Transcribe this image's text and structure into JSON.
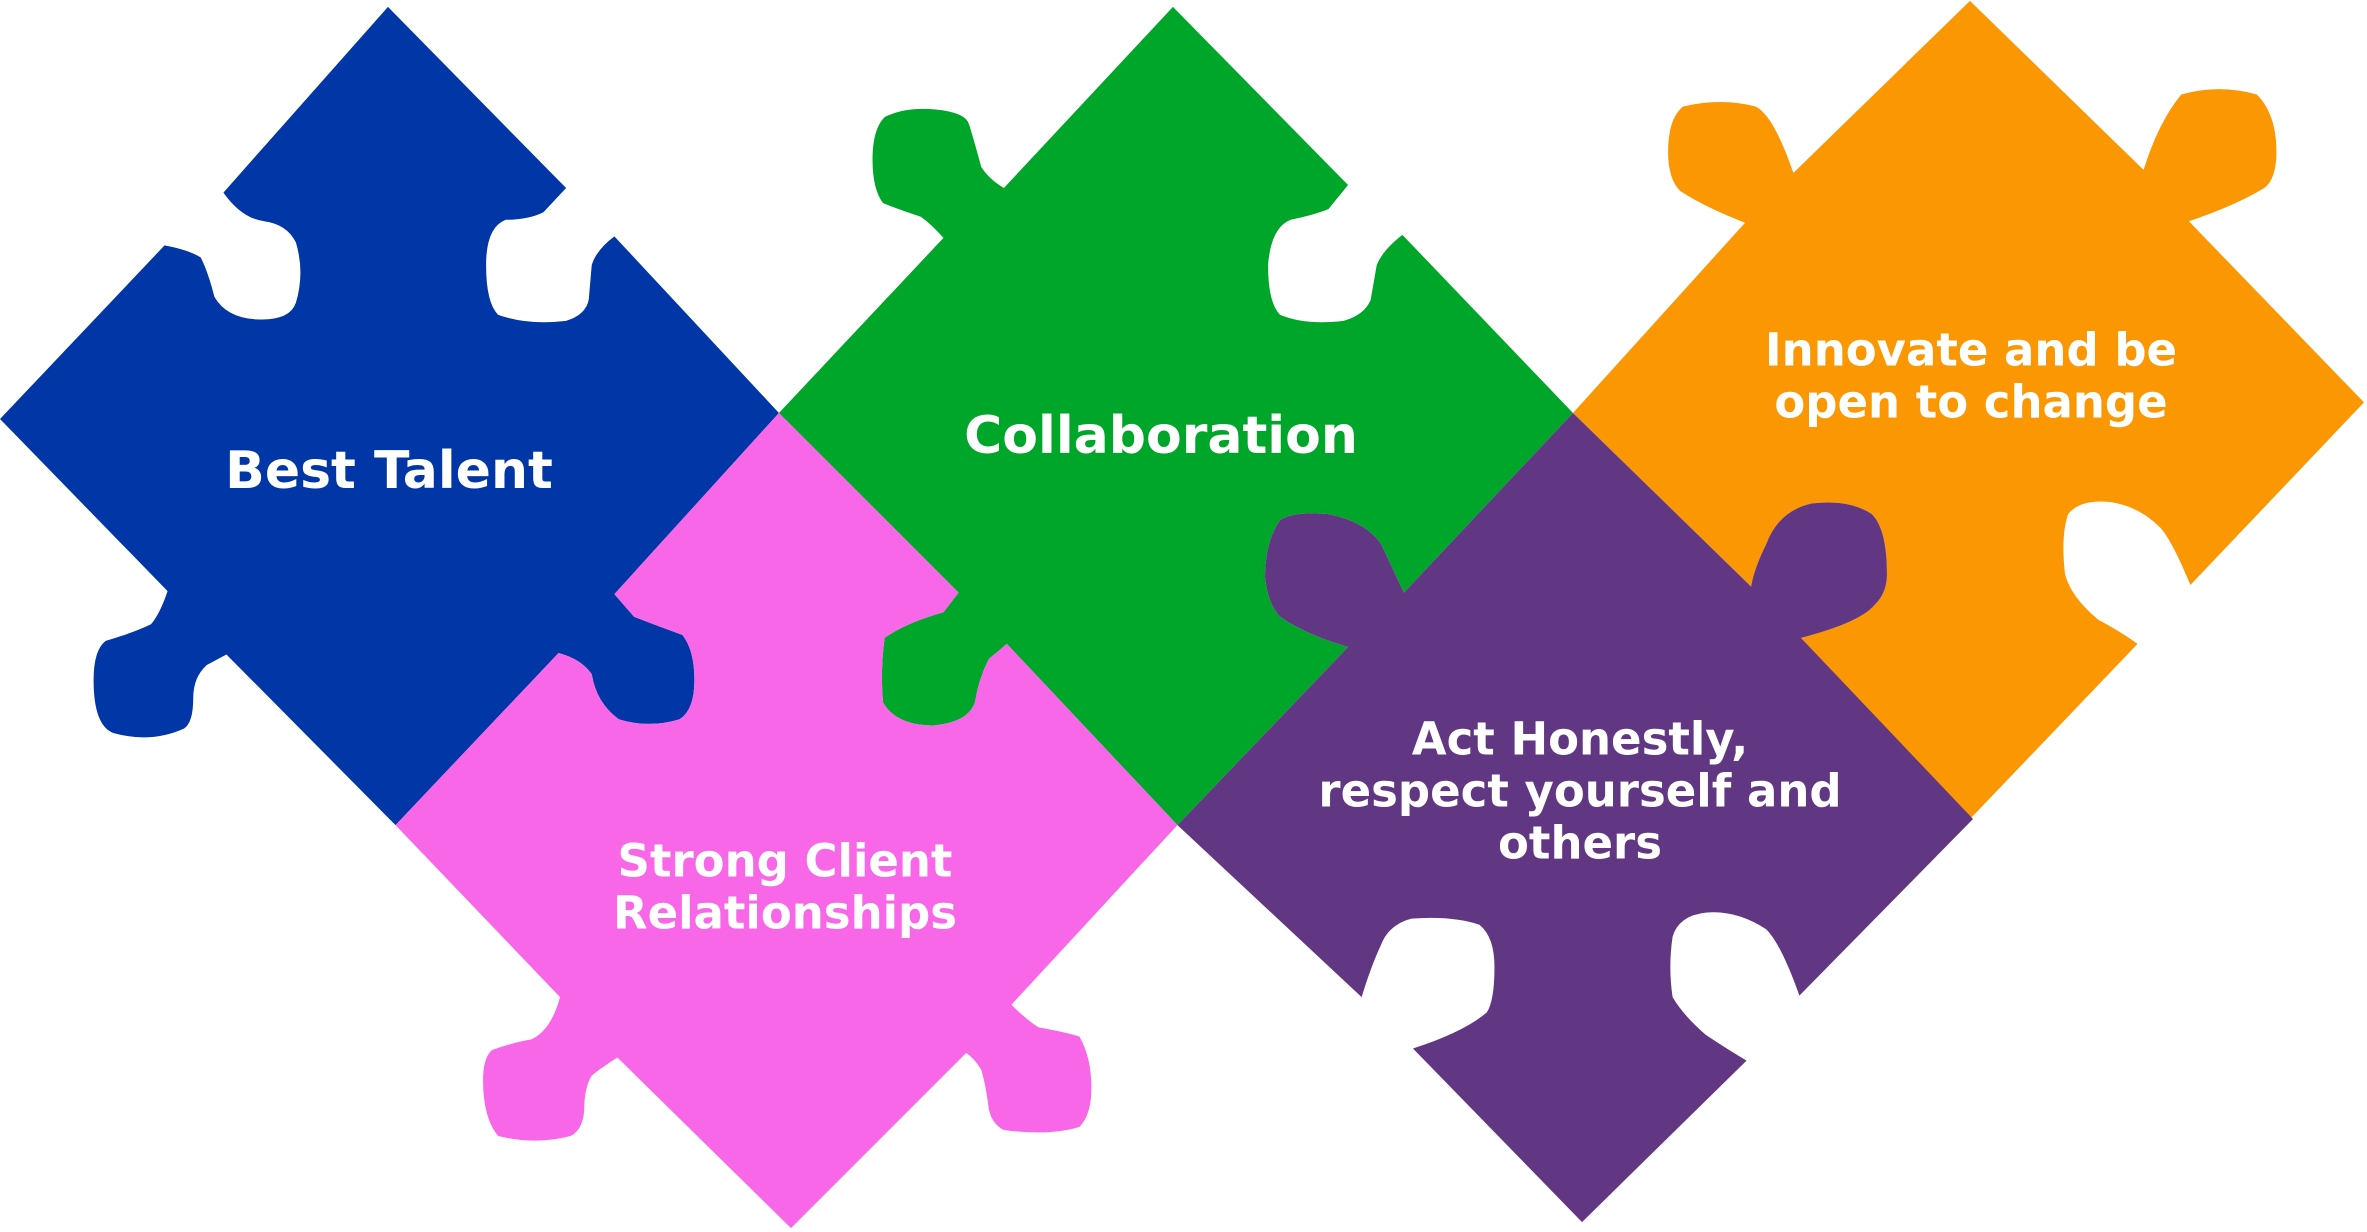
{
  "pieces": [
    {
      "id": "best-talent",
      "color": "#0036A6",
      "lines": [
        "Best Talent"
      ]
    },
    {
      "id": "collaboration",
      "color": "#00A62A",
      "lines": [
        "Collaboration"
      ]
    },
    {
      "id": "innovate",
      "color": "#FA9702",
      "lines": [
        "Innovate and be",
        "open to change"
      ]
    },
    {
      "id": "client",
      "color": "#F767E8",
      "lines": [
        "Strong Client",
        "Relationships"
      ]
    },
    {
      "id": "honest",
      "color": "#613784",
      "lines": [
        "Act Honestly,",
        "respect yourself and",
        "others"
      ]
    }
  ]
}
